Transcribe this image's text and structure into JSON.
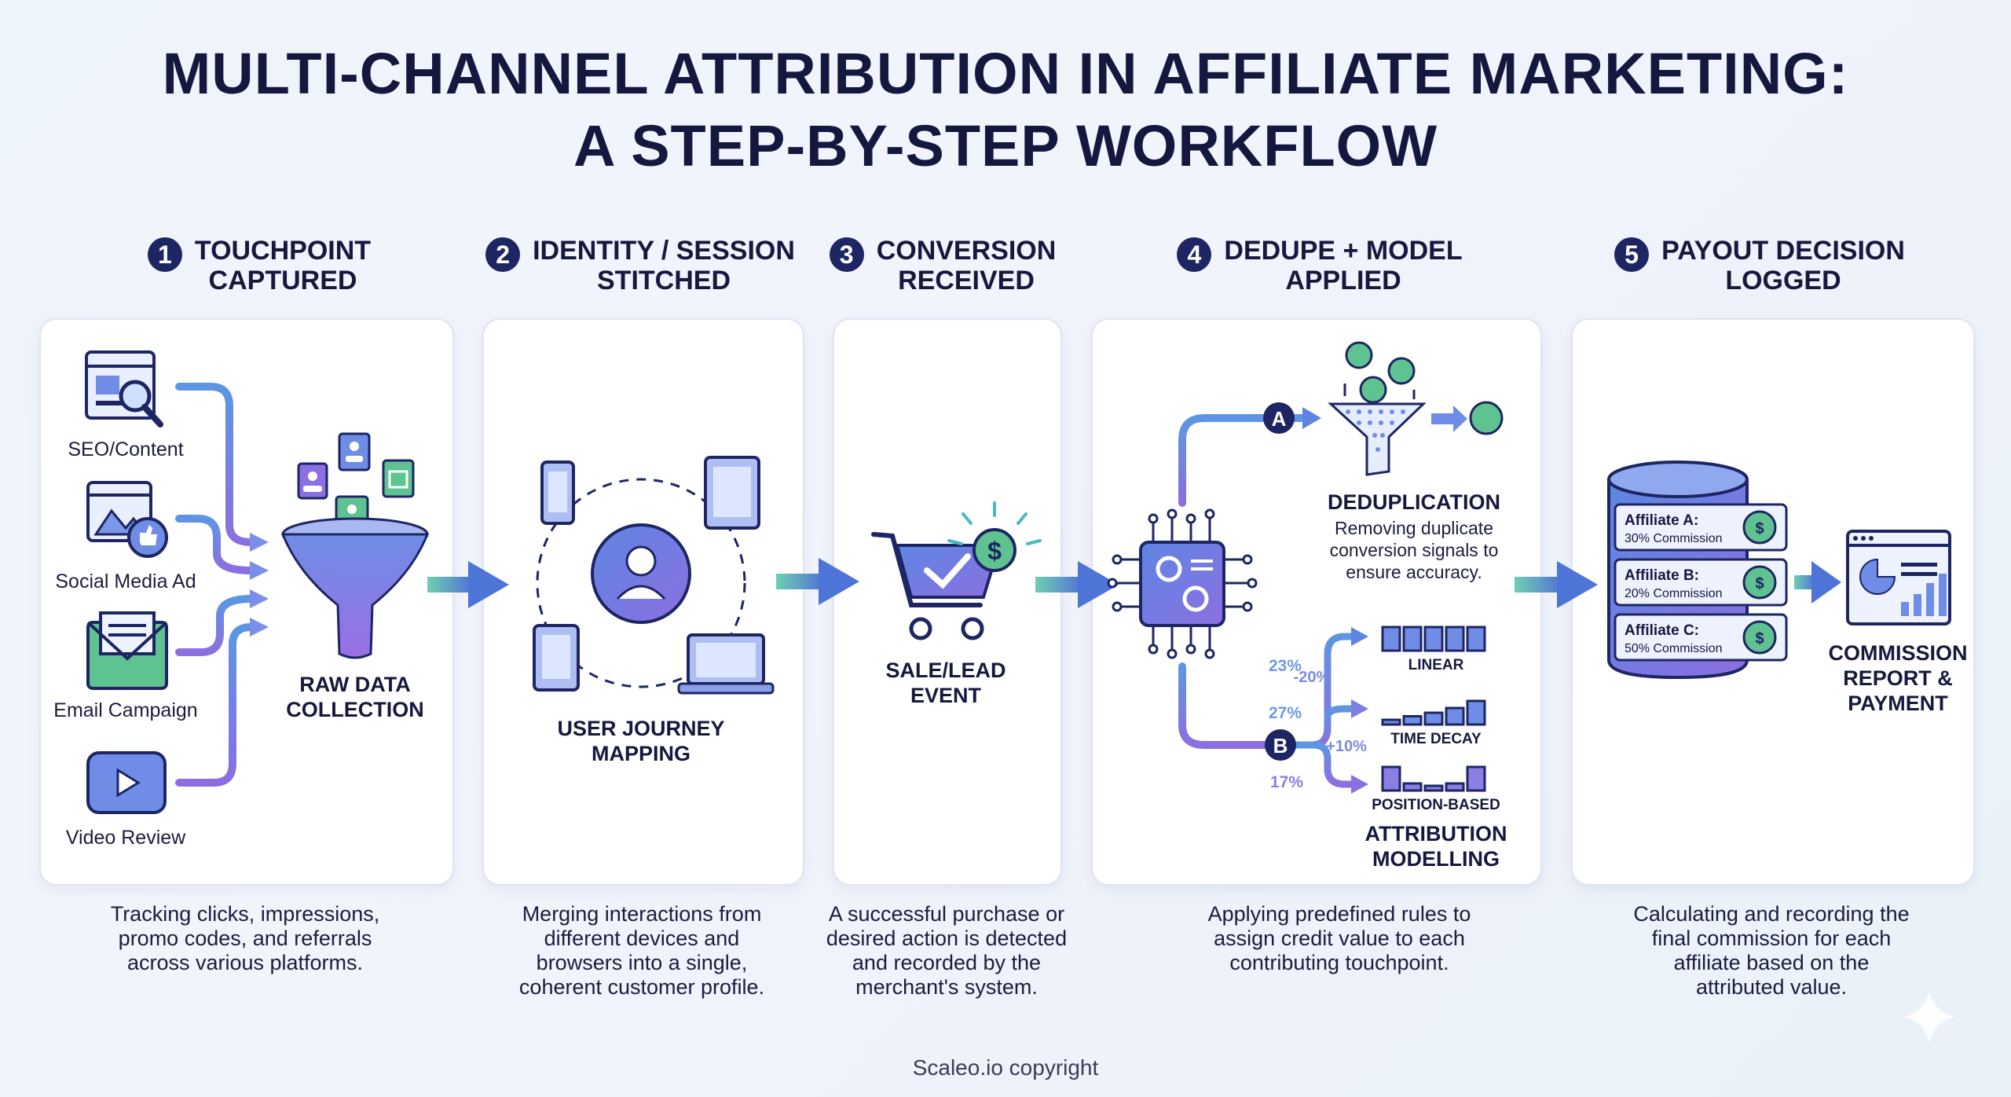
{
  "title": {
    "line1": "MULTI-CHANNEL ATTRIBUTION IN AFFILIATE MARKETING:",
    "line2": "A STEP-BY-STEP WORKFLOW"
  },
  "colors": {
    "navy": "#1d2663",
    "blue": "#4b6fd6",
    "purple": "#8b6fe0",
    "green": "#49b98a",
    "teal": "#5fc4b8"
  },
  "steps": [
    {
      "num": "1",
      "title_line1": "TOUCHPOINT",
      "title_line2": "CAPTURED",
      "channels": [
        "SEO/Content",
        "Social Media Ad",
        "Email Campaign",
        "Video Review"
      ],
      "card_label_line1": "RAW DATA",
      "card_label_line2": "COLLECTION",
      "desc": [
        "Tracking clicks, impressions,",
        "promo codes, and referrals",
        "across various platforms."
      ]
    },
    {
      "num": "2",
      "title_line1": "IDENTITY / SESSION",
      "title_line2": "STITCHED",
      "card_label_line1": "USER JOURNEY",
      "card_label_line2": "MAPPING",
      "desc": [
        "Merging interactions from",
        "different devices and",
        "browsers into a single,",
        "coherent customer profile."
      ]
    },
    {
      "num": "3",
      "title_line1": "CONVERSION",
      "title_line2": "RECEIVED",
      "card_label_line1": "SALE/LEAD",
      "card_label_line2": "EVENT",
      "desc": [
        "A successful purchase or",
        "desired action is detected",
        "and recorded by the",
        "merchant's system."
      ]
    },
    {
      "num": "4",
      "title_line1": "DEDUPE + MODEL",
      "title_line2": "APPLIED",
      "branch_a": "A",
      "branch_b": "B",
      "dedup_title": "DEDUPLICATION",
      "dedup_desc": [
        "Removing duplicate",
        "conversion signals to",
        "ensure accuracy."
      ],
      "models": [
        {
          "name": "LINEAR",
          "bars": [
            1,
            1,
            1,
            1,
            1
          ]
        },
        {
          "name": "TIME DECAY",
          "bars": [
            0.2,
            0.35,
            0.5,
            0.7,
            1
          ]
        },
        {
          "name": "POSITION-BASED",
          "bars": [
            1,
            0.3,
            0.2,
            0.3,
            1
          ]
        }
      ],
      "pct_labels": [
        "23%",
        "-20%",
        "27%",
        "+10%",
        "17%"
      ],
      "model_title_line1": "ATTRIBUTION",
      "model_title_line2": "MODELLING",
      "desc": [
        "Applying predefined rules to",
        "assign credit value to each",
        "contributing touchpoint."
      ]
    },
    {
      "num": "5",
      "title_line1": "PAYOUT DECISION",
      "title_line2": "LOGGED",
      "affiliates": [
        {
          "name": "Affiliate A:",
          "commission": "30% Commission"
        },
        {
          "name": "Affiliate B:",
          "commission": "20% Commission"
        },
        {
          "name": "Affiliate C:",
          "commission": "50% Commission"
        }
      ],
      "report_line1": "COMMISSION",
      "report_line2": "REPORT &",
      "report_line3": "PAYMENT",
      "desc": [
        "Calculating and recording the",
        "final commission for each",
        "affiliate based on the",
        "attributed value."
      ]
    }
  ],
  "footer": "Scaleo.io copyright"
}
